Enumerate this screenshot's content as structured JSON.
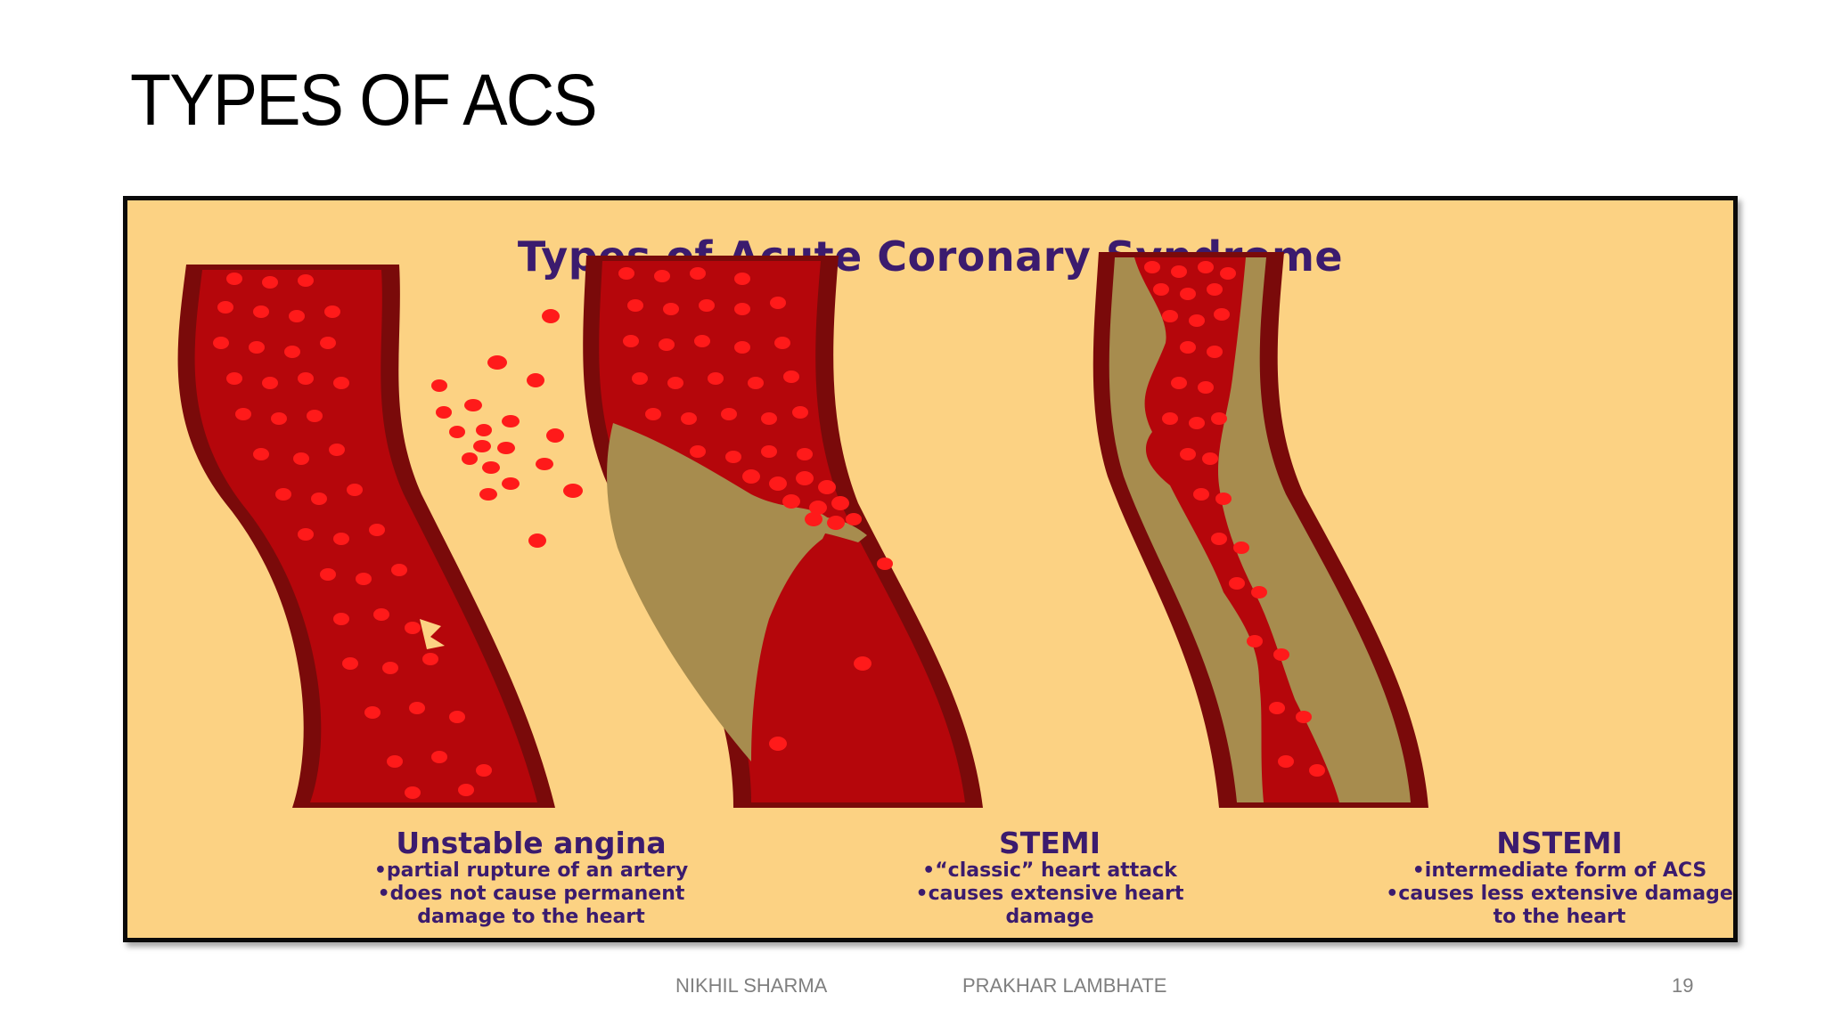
{
  "slide": {
    "title": "TYPES OF ACS",
    "footer": {
      "author_1": "NIKHIL SHARMA",
      "author_2": "PRAKHAR LAMBHATE",
      "page_number": "19"
    }
  },
  "figure": {
    "title": "Types of Acute Coronary Syndrome",
    "panels": [
      {
        "title": "Unstable angina",
        "lines": [
          "•partial rupture of an artery",
          "•does not cause permanent",
          "damage to the heart"
        ]
      },
      {
        "title": "STEMI",
        "lines": [
          "•“classic” heart attack",
          "•causes extensive heart",
          "damage"
        ]
      },
      {
        "title": "NSTEMI",
        "lines": [
          "•intermediate form of ACS",
          "•causes less extensive damage",
          "to the heart"
        ]
      }
    ],
    "colors": {
      "background": "#fcd283",
      "wall": "#7a0a0a",
      "blood": "#b5060b",
      "cell": "#ff1a1a",
      "plaque": "#a78c4e",
      "text": "#3b1b6e"
    }
  }
}
